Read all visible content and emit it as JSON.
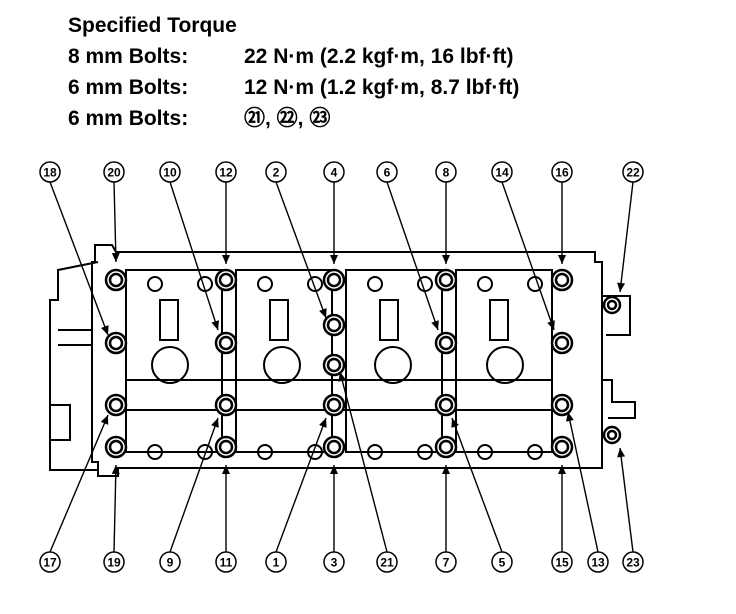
{
  "spec": {
    "title": "Specified Torque",
    "rows": [
      {
        "label": "8 mm Bolts:",
        "value": "22 N·m (2.2 kgf·m, 16 lbf·ft)"
      },
      {
        "label": "6 mm Bolts:",
        "value": "12 N·m (1.2 kgf·m, 8.7 lbf·ft)"
      },
      {
        "label": "6 mm Bolts:",
        "value": "㉑, ㉒, ㉓"
      }
    ]
  },
  "top_labels": [
    "18",
    "20",
    "10",
    "12",
    "2",
    "4",
    "6",
    "8",
    "14",
    "16",
    "22"
  ],
  "bottom_labels": [
    "17",
    "19",
    "9",
    "11",
    "1",
    "3",
    "21",
    "7",
    "5",
    "15",
    "13",
    "23"
  ]
}
